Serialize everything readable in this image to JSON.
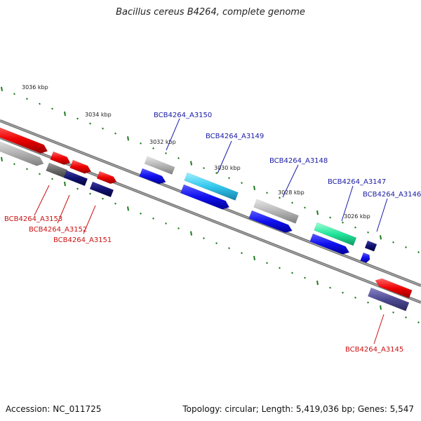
{
  "title": "Bacillus cereus B4264, complete genome",
  "footer": {
    "accession": "Accession: NC_011725",
    "summary": "Topology: circular; Length: 5,419,036 bp; Genes: 5,547"
  },
  "colors": {
    "forward_label": "#1a1aa6",
    "reverse_label": "#cc1111",
    "backbone": "#777777",
    "tick": "#1f7a1f"
  },
  "scale_labels": [
    "3036 kbp",
    "3034 kbp",
    "3032 kbp",
    "3030 kbp",
    "3028 kbp",
    "3026 kbp"
  ],
  "genes": [
    {
      "name": "BCB4264_A3150",
      "strand": "forward"
    },
    {
      "name": "BCB4264_A3149",
      "strand": "forward"
    },
    {
      "name": "BCB4264_A3148",
      "strand": "forward"
    },
    {
      "name": "BCB4264_A3147",
      "strand": "forward"
    },
    {
      "name": "BCB4264_A3146",
      "strand": "forward"
    },
    {
      "name": "BCB4264_A3153",
      "strand": "reverse"
    },
    {
      "name": "BCB4264_A3152",
      "strand": "reverse"
    },
    {
      "name": "BCB4264_A3151",
      "strand": "reverse"
    },
    {
      "name": "BCB4264_A3145",
      "strand": "reverse"
    }
  ]
}
